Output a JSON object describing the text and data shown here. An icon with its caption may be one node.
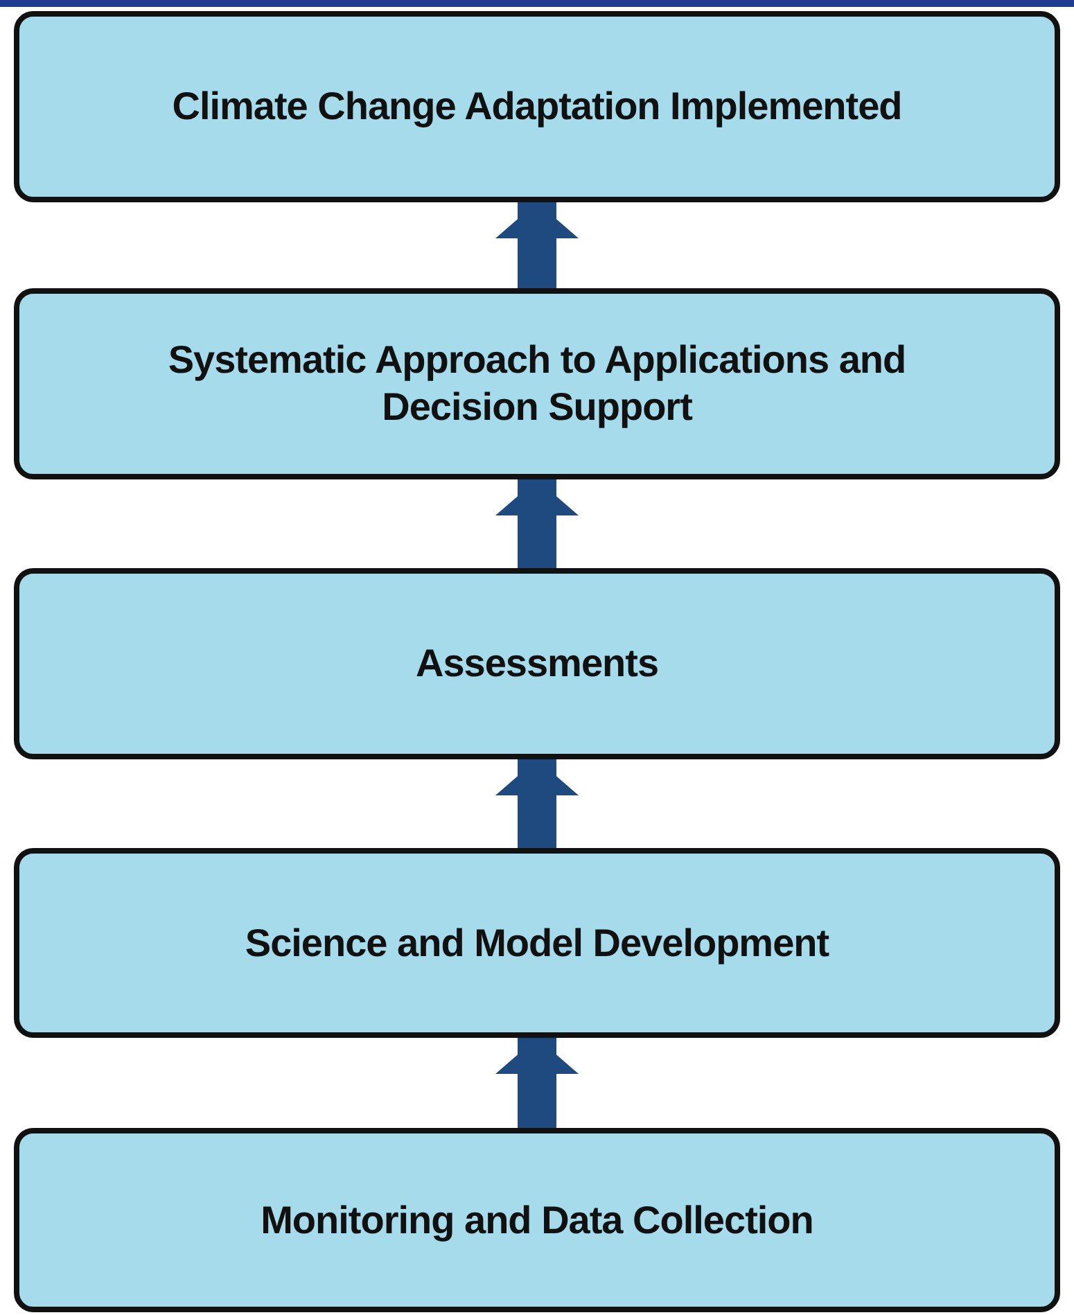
{
  "diagram": {
    "nodes": [
      {
        "text": [
          "Climate Change Adaptation Implemented"
        ]
      },
      {
        "text": [
          "Systematic Approach to Applications and Decision Support"
        ]
      },
      {
        "text": [
          "Assessments"
        ]
      },
      {
        "text": [
          "Science and Model Development"
        ]
      },
      {
        "text": [
          "Monitoring and Data Collection"
        ]
      }
    ],
    "edges": [
      {
        "from": 4,
        "to": 3,
        "arrow": "to"
      },
      {
        "from": 3,
        "to": 2,
        "arrow": "to"
      },
      {
        "from": 2,
        "to": 1,
        "arrow": "to"
      },
      {
        "from": 1,
        "to": 0,
        "arrow": "to"
      }
    ]
  }
}
